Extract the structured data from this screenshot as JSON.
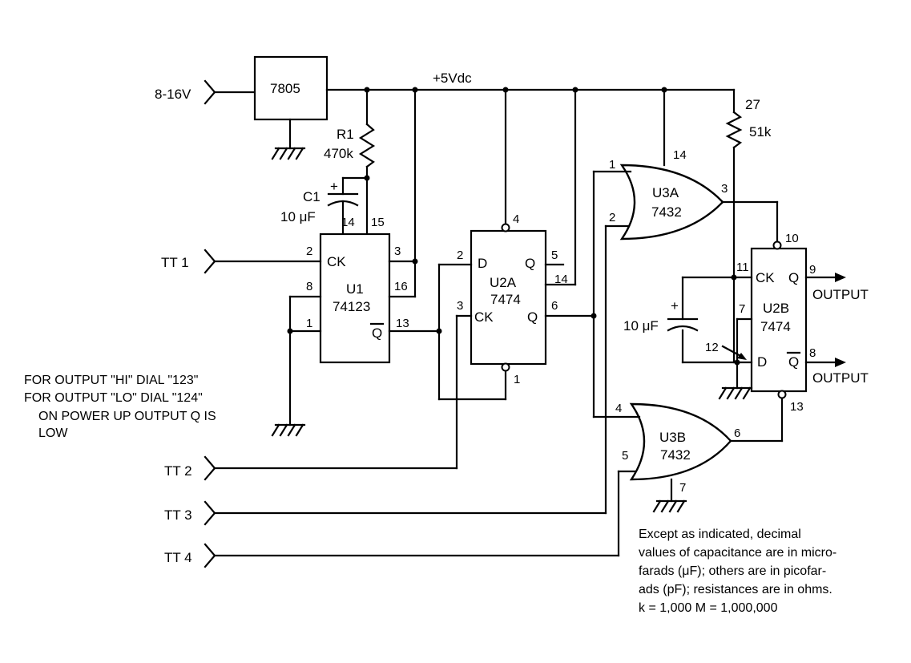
{
  "supply": {
    "input": "8-16V",
    "regulator": "7805",
    "rail": "+5Vdc"
  },
  "inputs": {
    "tt1": "TT 1",
    "tt2": "TT 2",
    "tt3": "TT 3",
    "tt4": "TT 4"
  },
  "r1": {
    "name": "R1",
    "value": "470k"
  },
  "r27": {
    "name": "27",
    "value": "51k"
  },
  "c1": {
    "name": "C1",
    "value": "10 μF",
    "plus": "+"
  },
  "c2": {
    "value": "10 μF",
    "plus": "+"
  },
  "u1": {
    "name": "U1",
    "part": "74123",
    "ck": "CK",
    "q": "Q",
    "pins": {
      "p14": "14",
      "p15": "15",
      "p2": "2",
      "p8": "8",
      "p1": "1",
      "p3": "3",
      "p16": "16",
      "p13": "13"
    }
  },
  "u2a": {
    "name": "U2A",
    "part": "7474",
    "d": "D",
    "ck": "CK",
    "q": "Q",
    "qbar": "Q",
    "pins": {
      "p4": "4",
      "p2": "2",
      "p3": "3",
      "p5": "5",
      "p14": "14",
      "p6": "6",
      "p1": "1"
    }
  },
  "u3a": {
    "name": "U3A",
    "part": "7432",
    "pins": {
      "p1": "1",
      "p2": "2",
      "p14": "14",
      "p3": "3"
    }
  },
  "u3b": {
    "name": "U3B",
    "part": "7432",
    "pins": {
      "p4": "4",
      "p5": "5",
      "p6": "6",
      "p7": "7"
    }
  },
  "u2b": {
    "name": "U2B",
    "part": "7474",
    "ck": "CK",
    "q": "Q",
    "d": "D",
    "qbar": "Q",
    "pins": {
      "p10": "10",
      "p11": "11",
      "p9": "9",
      "p7": "7",
      "p12": "12",
      "p8": "8",
      "p13": "13"
    }
  },
  "outputs": {
    "out1": "OUTPUT",
    "out2": "OUTPUT"
  },
  "dial_notes": [
    "FOR OUTPUT \"HI\" DIAL \"123\"",
    "FOR OUTPUT \"LO\" DIAL \"124\"",
    "ON POWER UP OUTPUT Q IS",
    "LOW"
  ],
  "footnote": [
    "Except as indicated, decimal",
    "values of capacitance are in micro-",
    "farads (μF); others are in picofar-",
    "ads (pF); resistances are in ohms.",
    "k = 1,000   M = 1,000,000"
  ]
}
